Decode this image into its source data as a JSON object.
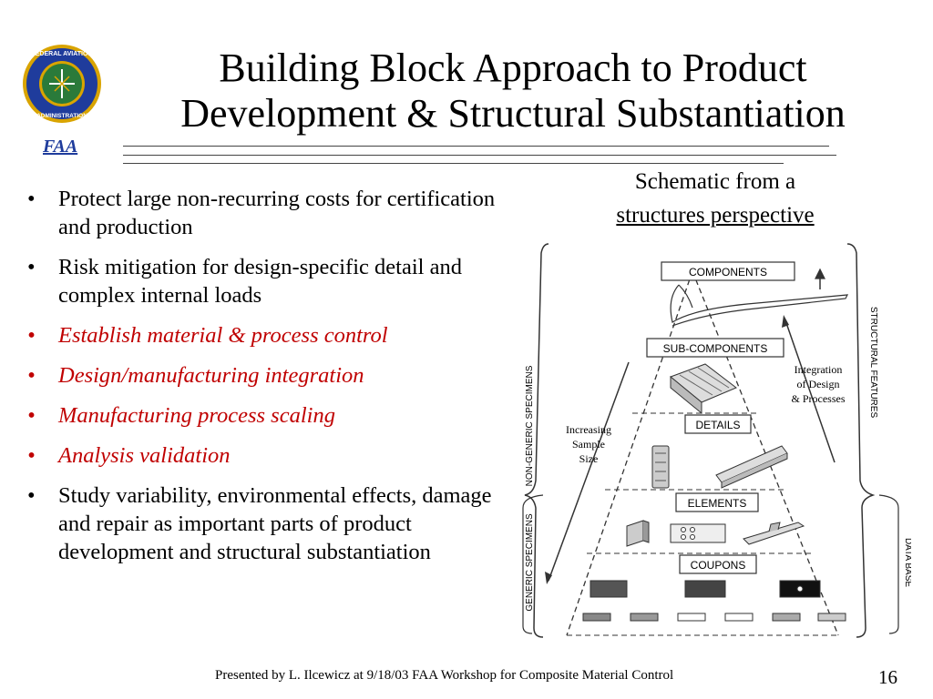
{
  "logo": {
    "ring_text": "FEDERAL AVIATION ADMINISTRATION",
    "tag": "FAA",
    "color": "#1f3c9c",
    "gold": "#d9a400"
  },
  "title": {
    "line1": "Building Block Approach to Product",
    "line2": "Development & Structural Substantiation"
  },
  "bullets": [
    {
      "text": "Protect large non-recurring costs for certification and production",
      "style": "normal"
    },
    {
      "text": "Risk mitigation for design-specific detail and complex internal loads",
      "style": "normal"
    },
    {
      "text": "Establish material & process control",
      "style": "red-italic"
    },
    {
      "text": "Design/manufacturing integration",
      "style": "red-italic"
    },
    {
      "text": "Manufacturing process scaling",
      "style": "red-italic"
    },
    {
      "text": "Analysis validation",
      "style": "red-italic"
    },
    {
      "text": "Study variability, environmental effects, damage and repair as important parts of product development and structural substantiation",
      "style": "normal"
    }
  ],
  "bullet_char": "•",
  "caption": {
    "line1": "Schematic from a",
    "line2": "structures perspective"
  },
  "schematic": {
    "levels": [
      "COMPONENTS",
      "SUB-COMPONENTS",
      "DETAILS",
      "ELEMENTS",
      "COUPONS"
    ],
    "left_labels": {
      "upper": "NON-GENERIC SPECIMENS",
      "lower": "GENERIC SPECIMENS"
    },
    "right_labels": {
      "upper": "STRUCTURAL FEATURES",
      "lower": "DATA BASE"
    },
    "annotations": {
      "increasing": [
        "Increasing",
        "Sample",
        "Size"
      ],
      "integration": [
        "Integration",
        "of Design",
        "& Processes"
      ]
    }
  },
  "footer": "Presented by L. Ilcewicz at 9/18/03 FAA Workshop for Composite Material Control",
  "page_number": "16",
  "colors": {
    "accent_red": "#c00000",
    "faa_blue": "#1f3c9c"
  }
}
